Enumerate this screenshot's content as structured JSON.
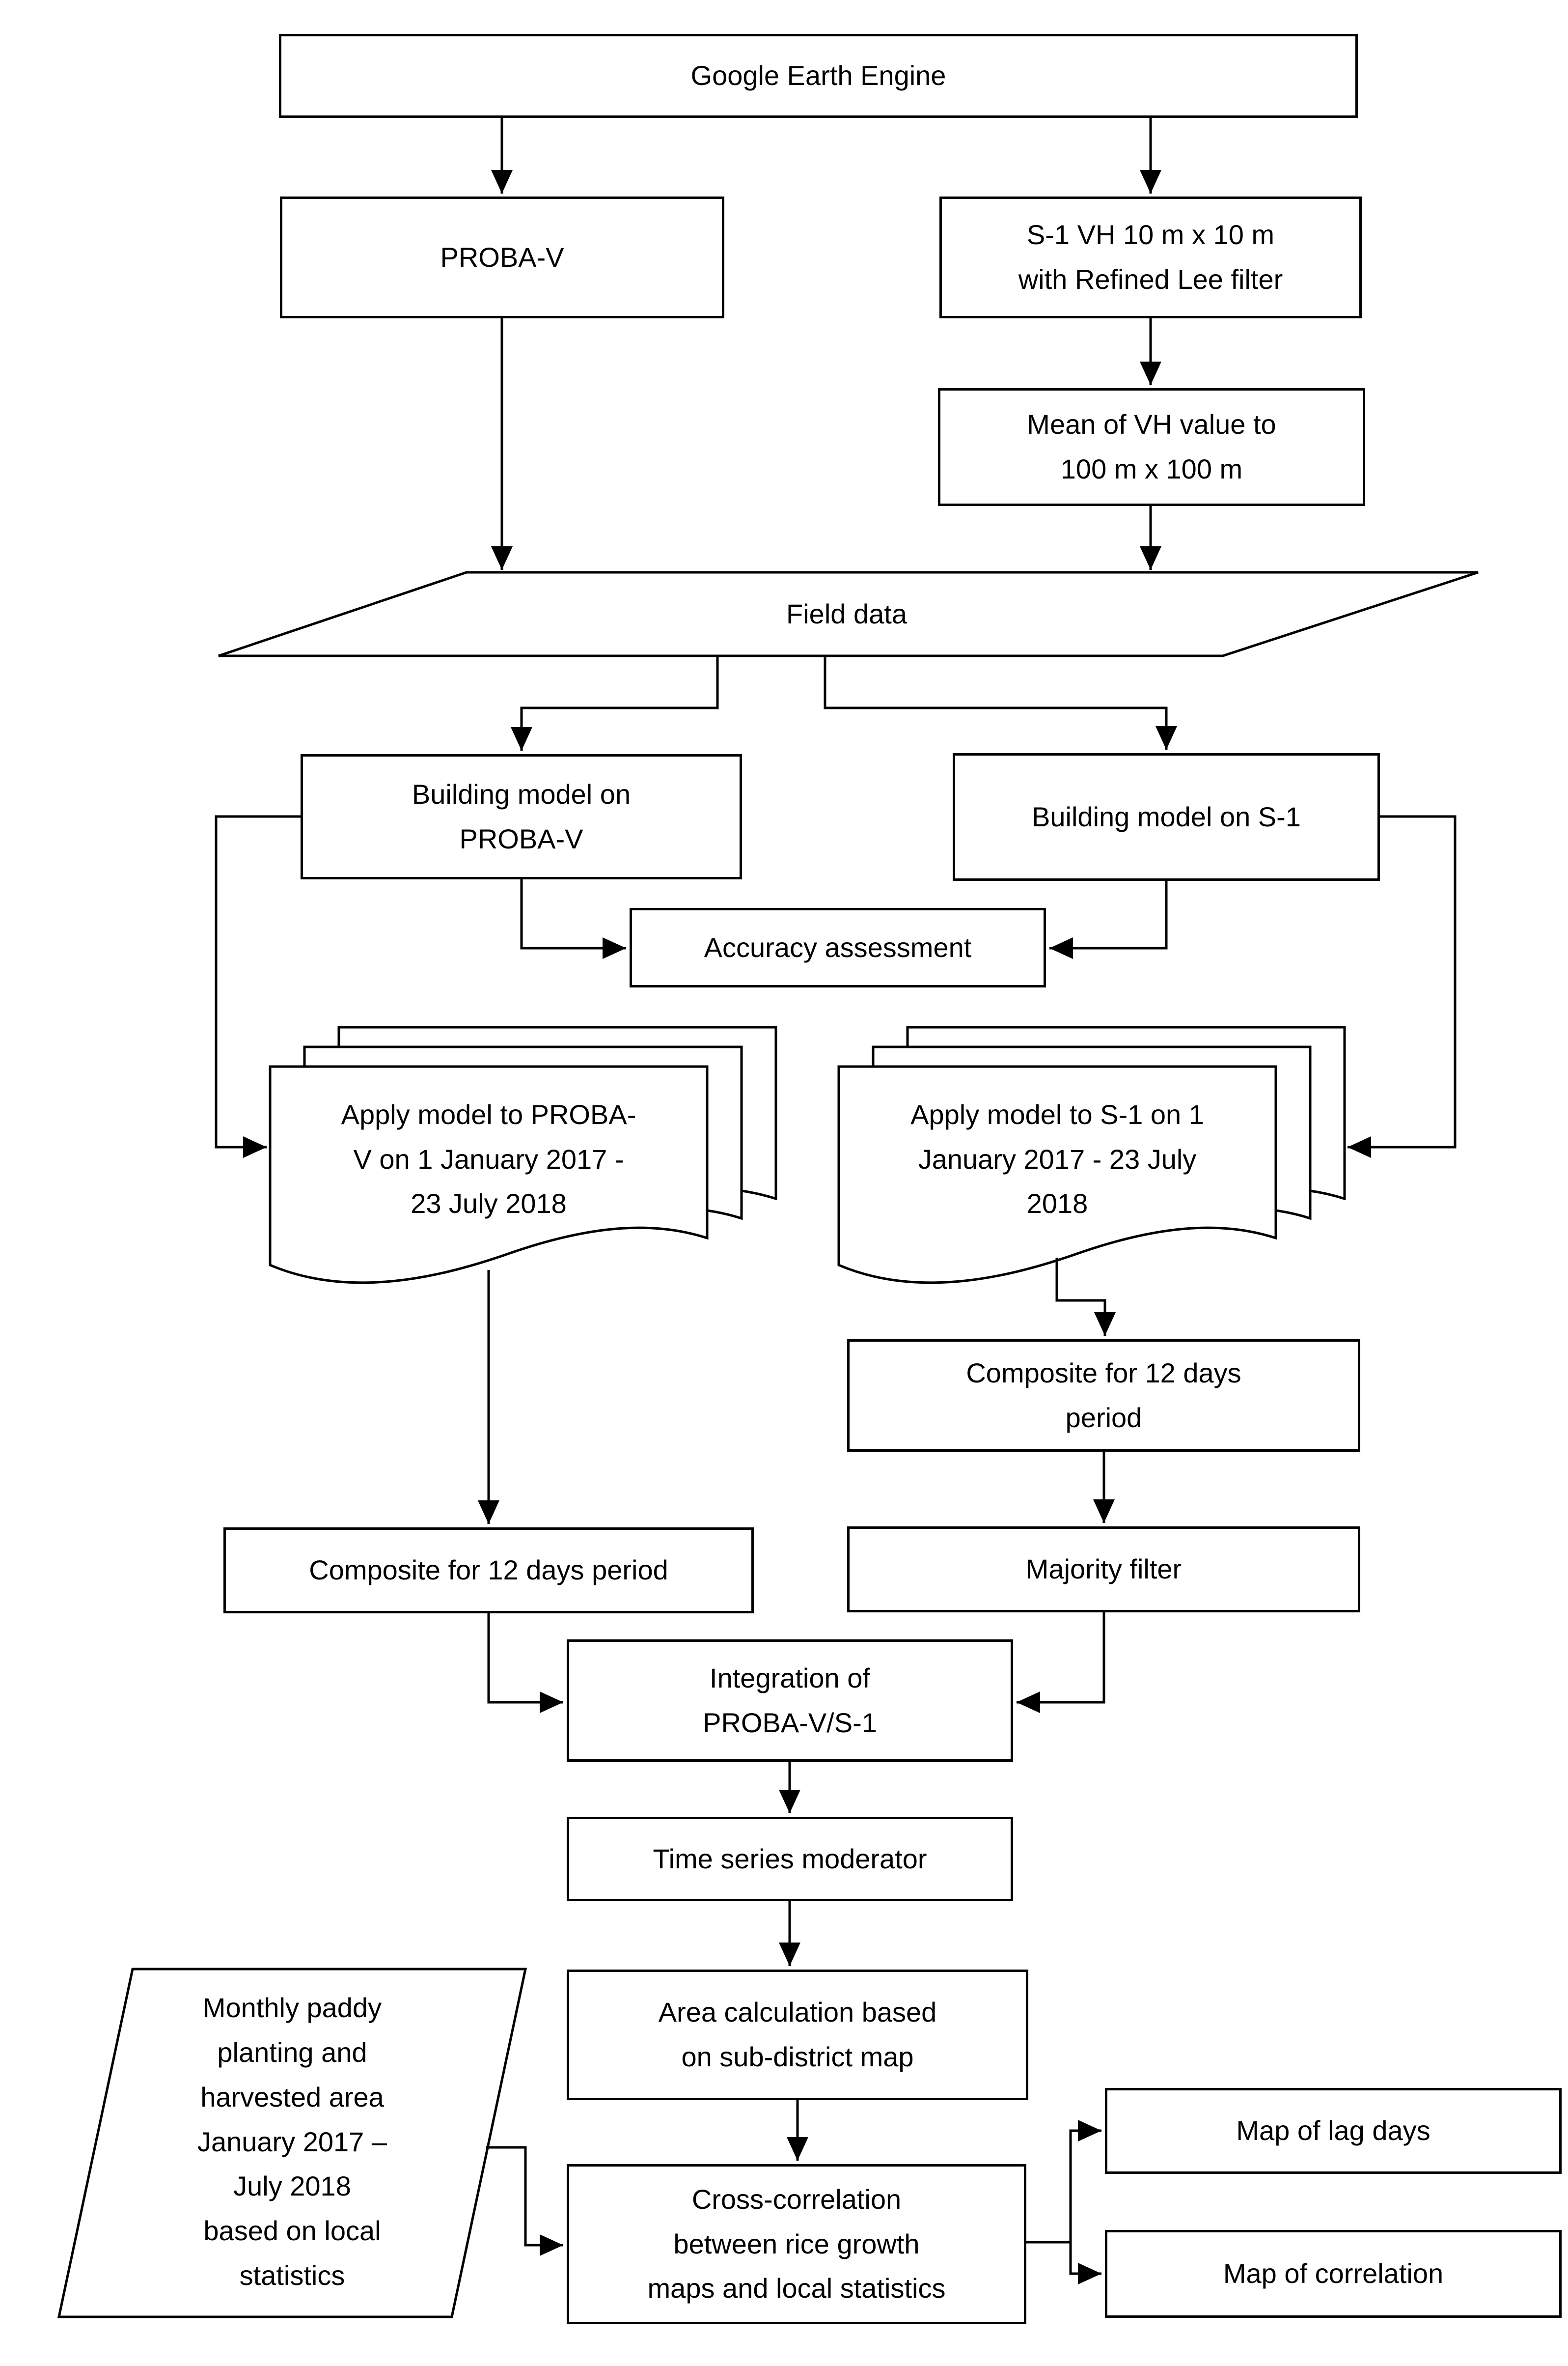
{
  "diagram": {
    "description": "Flowchart of rice growth mapping methodology using PROBA-V and Sentinel-1 in Google Earth Engine",
    "colors": {
      "background": "#ffffff",
      "line": "#000000",
      "shape_fill": "#ffffff"
    },
    "nodes": {
      "gee": {
        "type": "process",
        "label": "Google Earth Engine"
      },
      "proba_v": {
        "type": "process",
        "label": "PROBA-V"
      },
      "s1": {
        "type": "process",
        "label": "S-1 VH 10 m x 10 m\nwith Refined Lee filter"
      },
      "mean_vh": {
        "type": "process",
        "label": "Mean of VH value to\n100 m x 100 m"
      },
      "field_data": {
        "type": "data-parallelogram",
        "label": "Field data"
      },
      "build_probav": {
        "type": "process",
        "label": "Building model on\nPROBA-V"
      },
      "build_s1": {
        "type": "process",
        "label": "Building model on S-1"
      },
      "accuracy": {
        "type": "process",
        "label": "Accuracy assessment"
      },
      "apply_probav": {
        "type": "multi-document",
        "label": "Apply model to PROBA-\nV on 1 January 2017 -\n23 July 2018"
      },
      "apply_s1": {
        "type": "multi-document",
        "label": "Apply model to S-1 on 1\nJanuary 2017 - 23 July\n2018"
      },
      "composite_s1": {
        "type": "process",
        "label": "Composite for 12 days\nperiod"
      },
      "composite_probav": {
        "type": "process",
        "label": "Composite for 12 days period"
      },
      "majority_filter": {
        "type": "process",
        "label": "Majority filter"
      },
      "integration": {
        "type": "process",
        "label": "Integration of\nPROBA-V/S-1"
      },
      "time_series": {
        "type": "process",
        "label": "Time series moderator"
      },
      "area_calc": {
        "type": "process",
        "label": "Area calculation based\non sub-district map"
      },
      "monthly_stats": {
        "type": "data-parallelogram",
        "label": "Monthly paddy\nplanting and\nharvested area\nJanuary 2017 –\nJuly 2018\nbased on local\nstatistics"
      },
      "cross_corr": {
        "type": "process",
        "label": "Cross-correlation\nbetween rice growth\nmaps and local statistics"
      },
      "map_lag": {
        "type": "process",
        "label": "Map of lag days"
      },
      "map_corr": {
        "type": "process",
        "label": "Map of correlation"
      }
    }
  }
}
